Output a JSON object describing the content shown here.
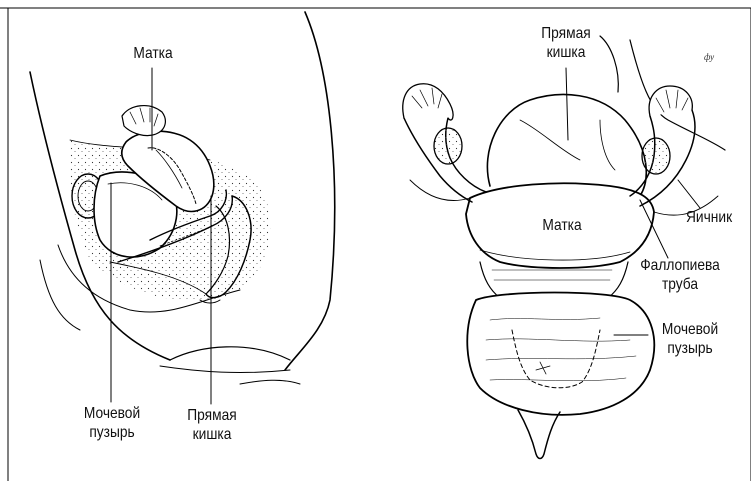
{
  "left_figure": {
    "labels": {
      "uterus": "Матка",
      "bladder": [
        "Мочевой",
        "пузырь"
      ],
      "rectum": [
        "Прямая",
        "кишка"
      ]
    }
  },
  "right_figure": {
    "labels": {
      "rectum": [
        "Прямая",
        "кишка"
      ],
      "uterus": "Матка",
      "ovary": "Яичник",
      "fallopian_tube": [
        "Фаллопиева",
        "труба"
      ],
      "bladder": [
        "Мочевой",
        "пузырь"
      ]
    }
  },
  "artist_signature": "фу"
}
